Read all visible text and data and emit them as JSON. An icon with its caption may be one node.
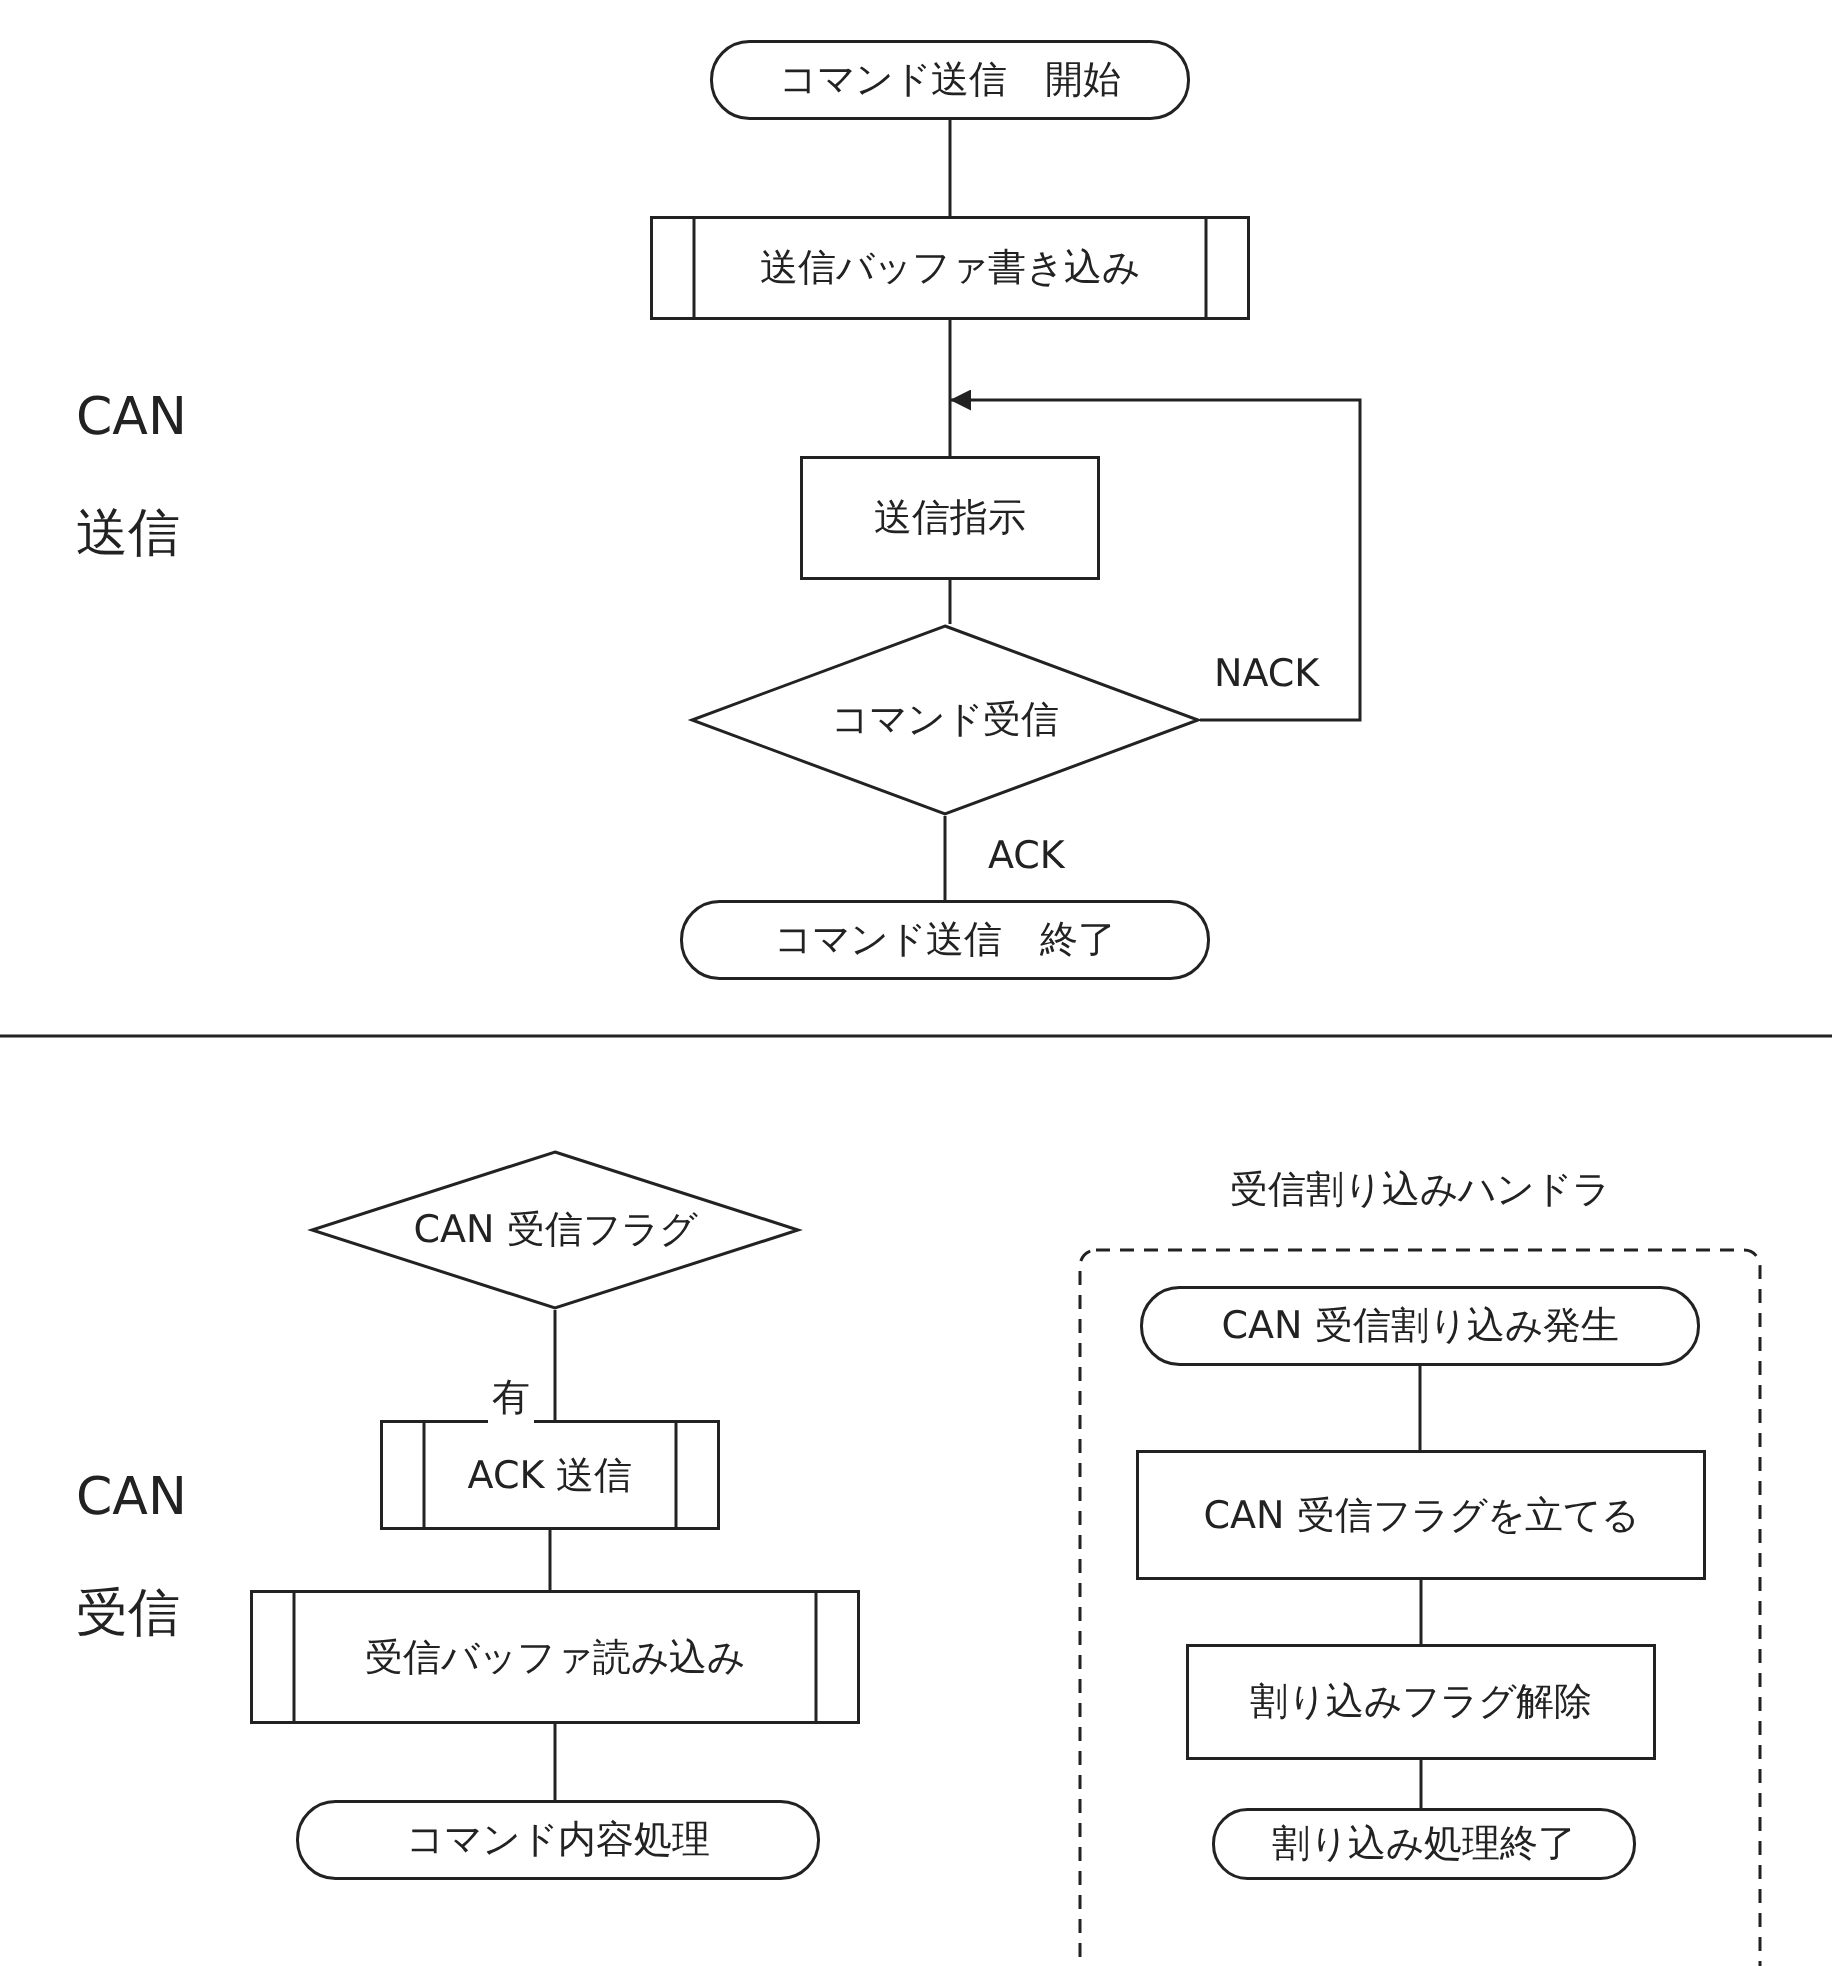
{
  "diagram": {
    "nodes": [
      {
        "text": [
          "コマンド送信　開始"
        ]
      },
      {
        "text": [
          "送信バッファ書き込み"
        ]
      },
      {
        "text": [
          "送信指示"
        ]
      },
      {
        "text": [
          "コマンド受信"
        ]
      },
      {
        "text": [
          "コマンド送信　終了"
        ]
      },
      {
        "text": [
          "CAN 受信フラグ"
        ]
      },
      {
        "text": [
          "ACK 送信"
        ]
      },
      {
        "text": [
          "受信バッファ読み込み"
        ]
      },
      {
        "text": [
          "コマンド内容処理"
        ]
      },
      {
        "text": [
          "受信割り込みハンドラ"
        ]
      },
      {
        "text": [
          "CAN 受信割り込み発生"
        ],
        "in": 9
      },
      {
        "text": [
          "CAN 受信フラグを立てる"
        ],
        "in": 9
      },
      {
        "text": [
          "割り込みフラグ解除"
        ],
        "in": 9
      },
      {
        "text": [
          "割り込み処理終了"
        ],
        "in": 9
      }
    ],
    "edges": [
      {
        "from": 0,
        "to": 1,
        "arrow": "none"
      },
      {
        "from": 1,
        "to": 2,
        "arrow": "none"
      },
      {
        "from": 2,
        "to": 3,
        "arrow": "none"
      },
      {
        "from": 3,
        "to": 4,
        "arrow": "none",
        "label": "ACK"
      },
      {
        "from": 3,
        "to": 2,
        "arrow": "to",
        "label": "NACK"
      },
      {
        "from": 5,
        "to": 6,
        "arrow": "none",
        "label": "有"
      },
      {
        "from": 6,
        "to": 7,
        "arrow": "none"
      },
      {
        "from": 7,
        "to": 8,
        "arrow": "none"
      },
      {
        "from": 10,
        "to": 11,
        "arrow": "none"
      },
      {
        "from": 11,
        "to": 12,
        "arrow": "none"
      },
      {
        "from": 12,
        "to": 13,
        "arrow": "none"
      }
    ],
    "labels": [
      "CAN送信",
      "CAN受信"
    ]
  }
}
